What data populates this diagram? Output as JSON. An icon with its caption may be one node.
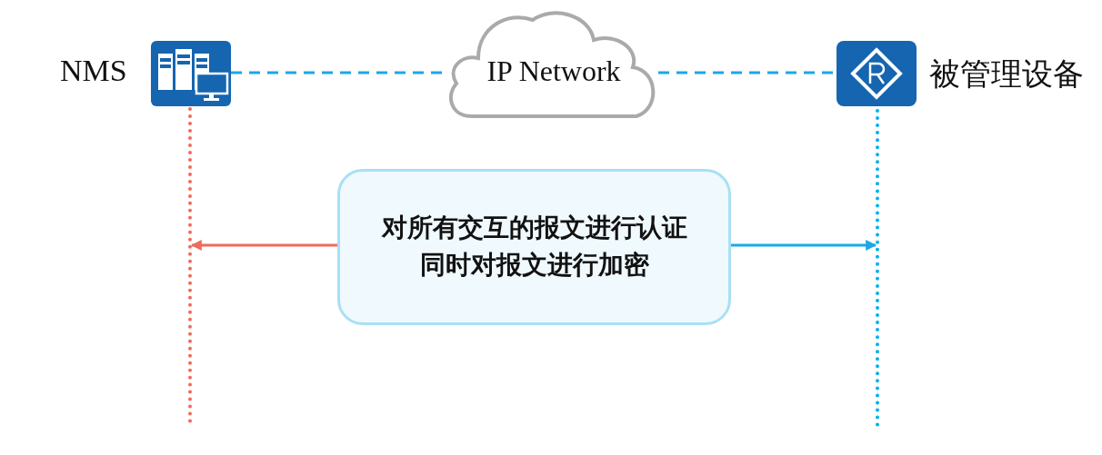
{
  "diagram": {
    "nodes": [
      {
        "text": [
          "NMS"
        ]
      },
      {
        "text": [
          "IP Network"
        ]
      },
      {
        "text": [
          "被管理设备"
        ]
      },
      {
        "text": [
          "对所有交互的报文进行认证同时对报文进行加密"
        ]
      },
      {
        "text": [],
        "shape": "bar"
      },
      {
        "text": [],
        "shape": "bar"
      }
    ],
    "edges": [
      {
        "from": 0,
        "to": 1,
        "arrow": "none",
        "style": "dashed"
      },
      {
        "from": 1,
        "to": 2,
        "arrow": "none",
        "style": "dashed"
      },
      {
        "from": 3,
        "to": 4,
        "arrow": "to",
        "color": "#ee6b5a"
      },
      {
        "from": 3,
        "to": 5,
        "arrow": "to"
      }
    ]
  }
}
